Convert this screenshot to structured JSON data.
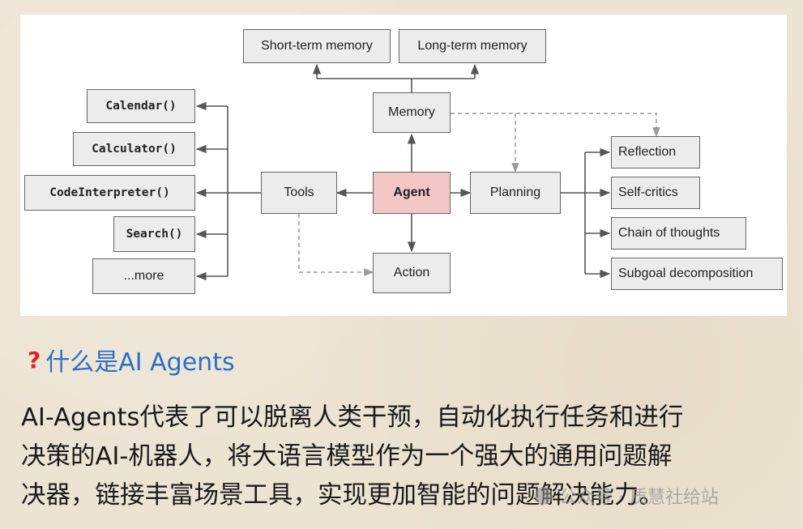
{
  "diagram": {
    "nodes": {
      "short_term_memory": "Short-term memory",
      "long_term_memory": "Long-term memory",
      "memory": "Memory",
      "agent": "Agent",
      "tools": "Tools",
      "planning": "Planning",
      "action": "Action",
      "calendar": "Calendar()",
      "calculator": "Calculator()",
      "code_interpreter": "CodeInterpreter()",
      "search": "Search()",
      "more": "...more",
      "reflection": "Reflection",
      "self_critics": "Self-critics",
      "chain_of_thoughts": "Chain of thoughts",
      "subgoal_decomposition": "Subgoal decomposition"
    },
    "colors": {
      "agent_fill": "#f4c7c7",
      "box_fill": "#ececec",
      "arrow": "#555555",
      "dashed_arrow": "#999999"
    }
  },
  "heading": {
    "icon": "question-mark-icon",
    "text": "什么是AI Agents"
  },
  "body": {
    "lines": [
      "AI-Agents代表了可以脱离人类干预，自动化执行任务和进行",
      "决策的AI-机器人，将大语言模型作为一个强大的通用问题解",
      "决器，链接丰富场景工具，实现更加智能的问题解决能力。"
    ]
  },
  "watermark": {
    "text": "公众号 · 质慧社给站"
  }
}
